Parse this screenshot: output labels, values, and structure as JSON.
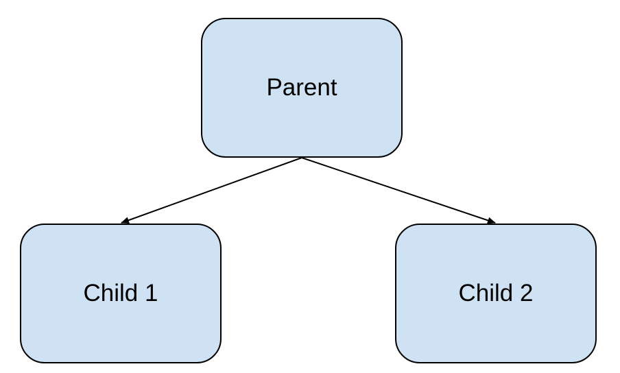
{
  "diagram": {
    "nodes": [
      {
        "id": "parent",
        "label": "Parent"
      },
      {
        "id": "child-1",
        "label": "Child 1"
      },
      {
        "id": "child-2",
        "label": "Child 2"
      }
    ],
    "edges": [
      {
        "from": "parent",
        "to": "child-1"
      },
      {
        "from": "parent",
        "to": "child-2"
      }
    ],
    "colors": {
      "node_fill": "#cfe2f3",
      "node_border": "#000000",
      "edge": "#000000",
      "text": "#000000"
    }
  }
}
